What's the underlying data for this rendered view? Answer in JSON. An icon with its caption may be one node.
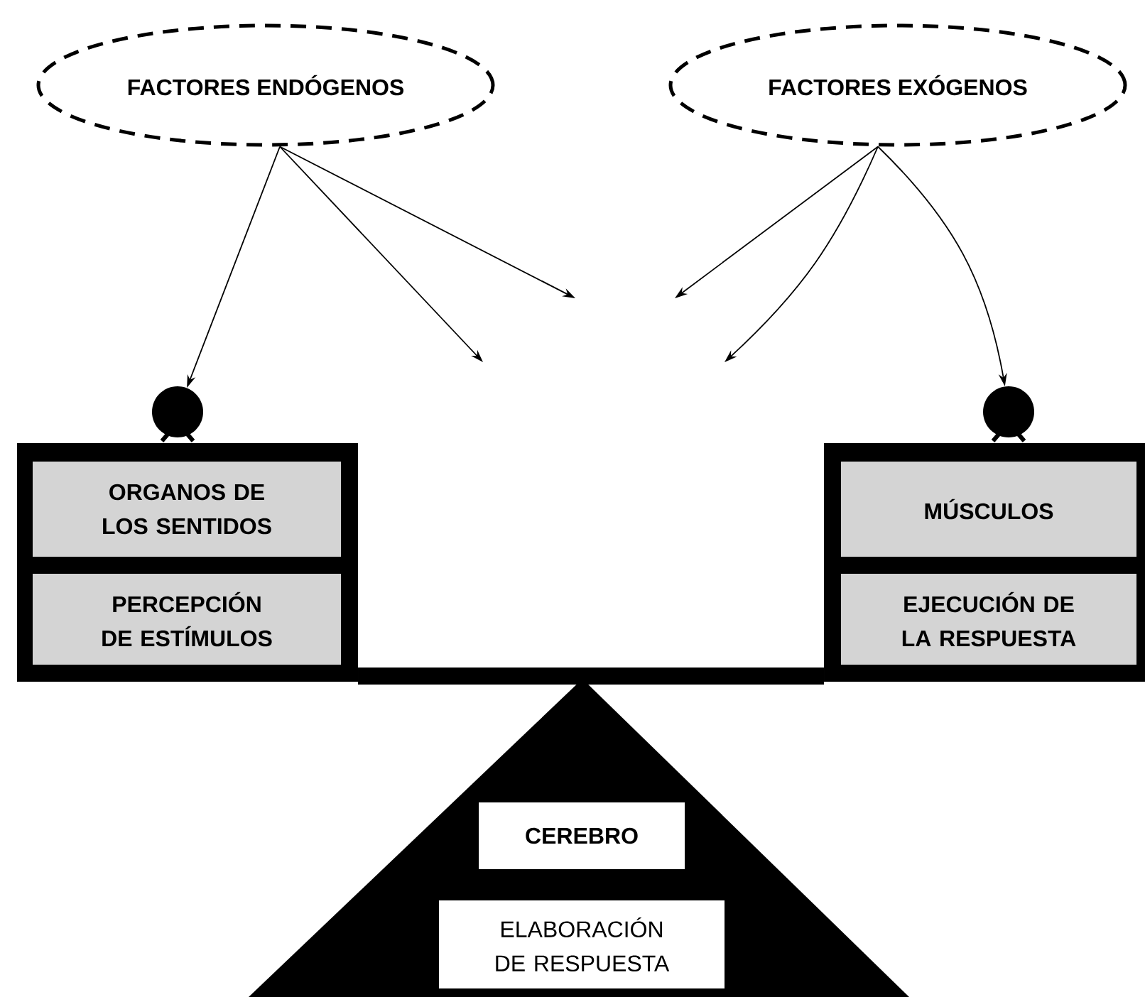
{
  "diagram": {
    "nodes": [
      {
        "text": [
          "FACTORES ENDÓGENOS"
        ]
      },
      {
        "text": [
          "FACTORES EXÓGENOS"
        ]
      },
      {
        "text": [],
        "shape": "circle"
      },
      {
        "text": [],
        "shape": "circle"
      },
      {
        "text": [],
        "shape": "box"
      },
      {
        "text": [
          "ORGANOS DE LOS SENTIDOS"
        ],
        "in": 4
      },
      {
        "text": [
          "PERCEPCIÓN DE ESTÍMULOS"
        ],
        "in": 4
      },
      {
        "text": [],
        "shape": "box"
      },
      {
        "text": [
          "MÚSCULOS"
        ],
        "in": 7
      },
      {
        "text": [
          "EJECUCIÓN DE LA RESPUESTA"
        ],
        "in": 7
      },
      {
        "text": [],
        "shape": "triangle"
      },
      {
        "text": [
          "CEREBRO"
        ],
        "in": 10
      },
      {
        "text": [
          "ELABORACIÓN DE RESPUESTA"
        ],
        "in": 10
      }
    ],
    "edges": [
      {
        "from": 0,
        "to": 2,
        "arrow": "to"
      },
      {
        "from": 0,
        "to": null,
        "arrow": "to"
      },
      {
        "from": 0,
        "to": null,
        "arrow": "to"
      },
      {
        "from": 1,
        "to": null,
        "arrow": "to"
      },
      {
        "from": 1,
        "to": null,
        "arrow": "to"
      },
      {
        "from": 1,
        "to": 3,
        "arrow": "to"
      }
    ]
  }
}
